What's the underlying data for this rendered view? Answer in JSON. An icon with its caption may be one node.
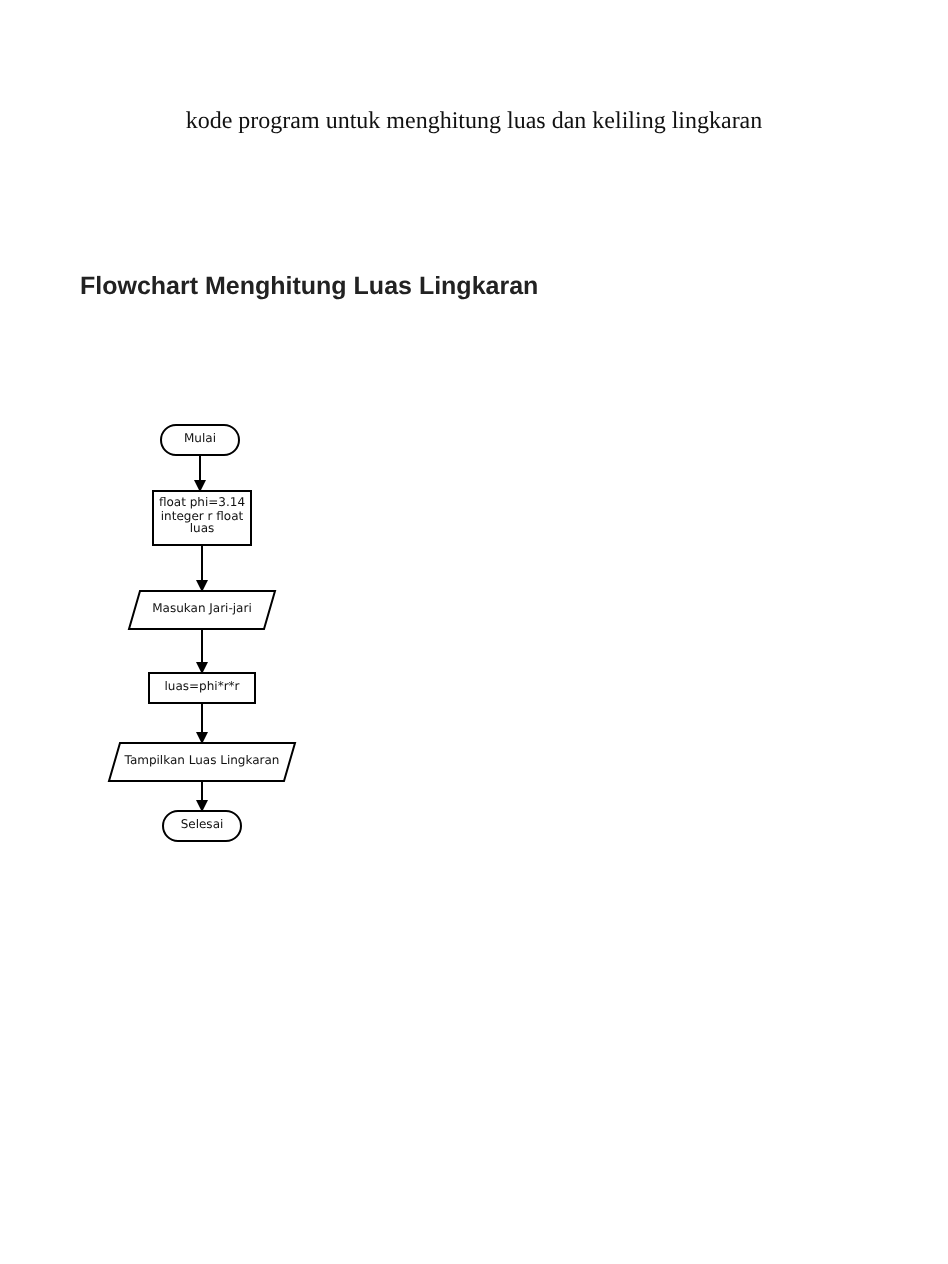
{
  "diagram": {
    "title": "Flowchart Menghitung Luas Lingkaran",
    "nodes": [
      {
        "text": [
          "Mulai"
        ]
      },
      {
        "text": [
          "float phi=3.14 integer r float luas"
        ]
      },
      {
        "text": [
          "Masukan Jari-jari"
        ]
      },
      {
        "text": [
          "luas=phi*r*r"
        ]
      },
      {
        "text": [
          "Tampilkan Luas Lingkaran"
        ]
      },
      {
        "text": [
          "Selesai"
        ]
      }
    ],
    "edges": [
      {
        "from": 0,
        "to": 1,
        "arrow": "to"
      },
      {
        "from": 1,
        "to": 2,
        "arrow": "to"
      },
      {
        "from": 2,
        "to": 3,
        "arrow": "to"
      },
      {
        "from": 3,
        "to": 4,
        "arrow": "to"
      },
      {
        "from": 4,
        "to": 5,
        "arrow": "to"
      }
    ],
    "labels": [
      "kode program untuk menghitung luas dan keliling lingkaran"
    ]
  }
}
